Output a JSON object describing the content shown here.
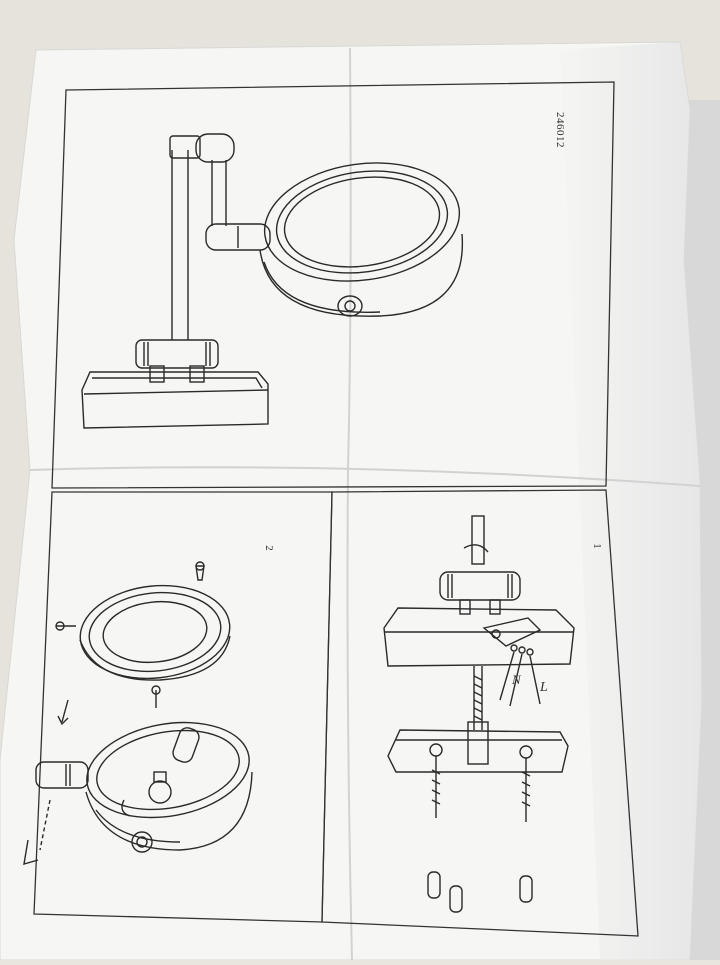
{
  "photo": {
    "subject": "instruction-sheet",
    "colors": {
      "table": "#e9e6e0",
      "paper": "#f7f7f5",
      "line": "#2a2a2a"
    }
  },
  "sheet": {
    "product_code": "246012",
    "steps": [
      {
        "number": "2"
      },
      {
        "number": "1"
      }
    ],
    "wire_labels": [
      "N",
      "L"
    ]
  }
}
